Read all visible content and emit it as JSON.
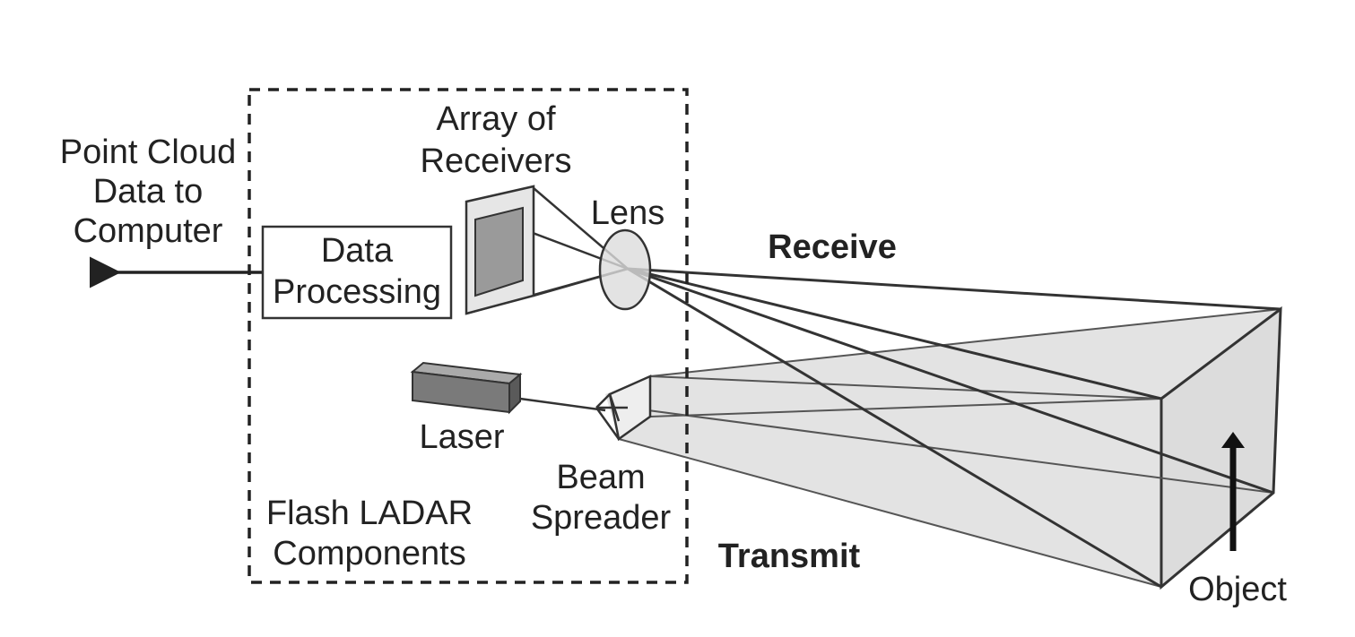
{
  "labels": {
    "point_cloud_line1": "Point Cloud",
    "point_cloud_line2": "Data to",
    "point_cloud_line3": "Computer",
    "array_line1": "Array of",
    "array_line2": "Receivers",
    "lens": "Lens",
    "receive": "Receive",
    "data_processing_line1": "Data",
    "data_processing_line2": "Processing",
    "laser": "Laser",
    "beam_line1": "Beam",
    "beam_line2": "Spreader",
    "flash_line1": "Flash LADAR",
    "flash_line2": "Components",
    "transmit": "Transmit",
    "object": "Object"
  },
  "colors": {
    "stroke": "#333333",
    "text": "#222222",
    "beam_fill": "#e3e3e3",
    "object_fill": "#dcdcdc",
    "receiver_frame": "#e6e6e6",
    "receiver_panel": "#9a9a9a",
    "laser_front": "#7a7a7a",
    "laser_top": "#aaaaaa",
    "laser_side": "#5a5a5a"
  }
}
